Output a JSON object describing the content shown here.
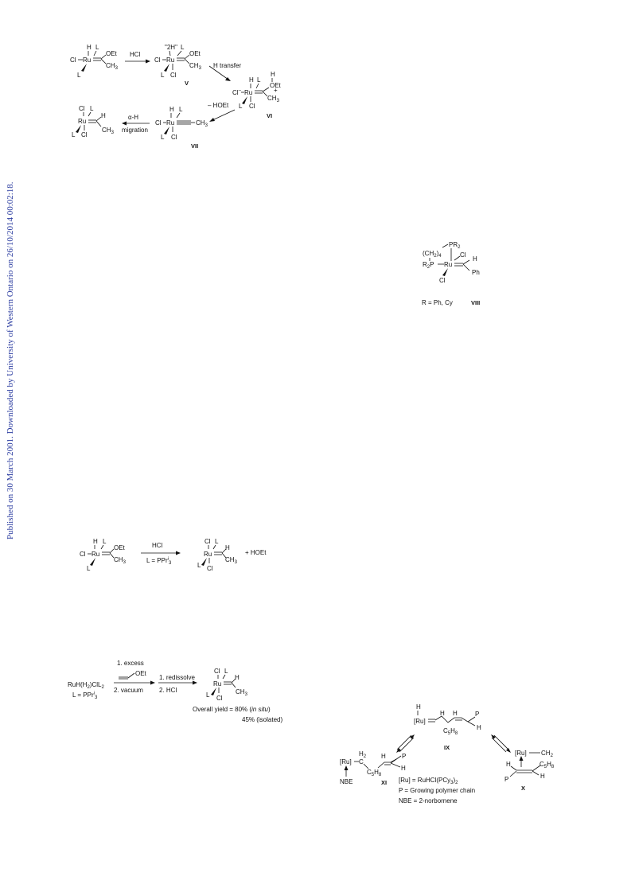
{
  "side_note": "Published on 30 March 2001. Downloaded by University of Western Ontario on 26/10/2014 00:02:18.",
  "scheme1": {
    "atoms": {
      "Ru": "Ru",
      "Cl": "Cl",
      "L": "L",
      "H": "H",
      "OEt": "OEt",
      "CH3": "CH",
      "sub3": "3",
      "H2": "\"2H\"",
      "plus": "+"
    },
    "arrows": {
      "hcl": "HCl",
      "h_transfer": "H  transfer",
      "minus_hoet": "– HOEt",
      "alpha_h": "α-H",
      "migration": "migration"
    },
    "labels": {
      "v": "V",
      "vi": "VI",
      "vii": "VII"
    }
  },
  "scheme2": {
    "pr2": "PR",
    "sub2": "2",
    "ch2": "(CH",
    "ch2_sub": "2",
    "ch2_close": ")",
    "ch2_n": "4",
    "r2p": "R",
    "r2p_p": "P",
    "ru": "Ru",
    "cl": "Cl",
    "h": "H",
    "ph": "Ph",
    "r_def": "R = Ph, Cy",
    "label": "VIII"
  },
  "scheme3": {
    "hcl": "HCl",
    "l_def": "L = PPr",
    "l_sup": "i",
    "l_sub": "3",
    "plus_hoet": "+  HOEt"
  },
  "scheme4": {
    "reagent": "RuH(H",
    "reagent_sub": "2",
    "reagent_rest": ")ClL",
    "reagent_sub2": "2",
    "l_def": "L = PPr",
    "l_sup": "i",
    "l_sub": "3",
    "step1": "1. excess",
    "oet": "OEt",
    "step2": "2. vacuum",
    "step3": "1. redissolve",
    "step4": "2. HCl",
    "yield1_a": "Overall yield = 80% (",
    "yield1_b": "in situ",
    "yield1_c": ")",
    "yield2": "45% (isolated)"
  },
  "scheme5": {
    "ru": "[Ru]",
    "h": "H",
    "p": "P",
    "c5h8": "C",
    "c5h8_sub": "5",
    "c5h8_h": "H",
    "c5h8_sub2": "8",
    "h2": "H",
    "h2_sub": "2",
    "c": "C",
    "ch2": "CH",
    "ch2_sub": "2",
    "nbe": "NBE",
    "labels": {
      "ix": "IX",
      "x": "X",
      "xi": "XI"
    },
    "def_ru_a": "[Ru] = RuHCl(PCy",
    "def_ru_sub": "3",
    "def_ru_b": ")",
    "def_ru_sub2": "2",
    "def_p": "P = Growing polymer chain",
    "def_nbe": "NBE = 2-norbornene"
  }
}
